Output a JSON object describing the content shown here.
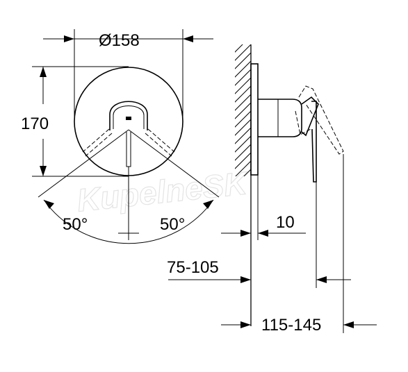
{
  "labels": {
    "diameter": "Ø158",
    "height": "170",
    "angle_left": "50°",
    "angle_right": "50°",
    "offset": "10",
    "depth_range": "75-105",
    "total_range": "115-145"
  },
  "watermark": "KupelneSK",
  "colors": {
    "line": "#000000",
    "background": "#ffffff",
    "watermark": "#e4e4e4"
  }
}
